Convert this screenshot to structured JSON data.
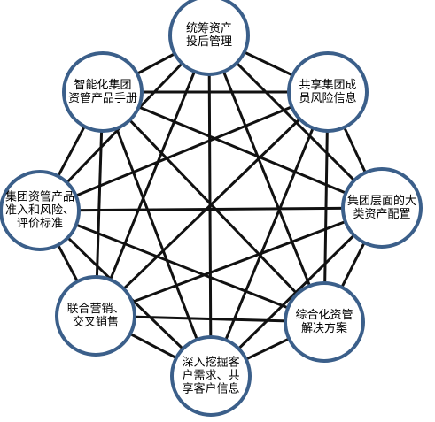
{
  "diagram": {
    "type": "complete-graph",
    "node_border_color": "#3b5f8a",
    "edge_color": "#111111",
    "nodes": [
      {
        "id": "n1",
        "lines": [
          "统筹资产",
          "投后管理"
        ]
      },
      {
        "id": "n2",
        "lines": [
          "共享集团成",
          "员风险信息"
        ]
      },
      {
        "id": "n3",
        "lines": [
          "集团层面的大",
          "类资产配置"
        ]
      },
      {
        "id": "n4",
        "lines": [
          "综合化资管",
          "解决方案"
        ]
      },
      {
        "id": "n5",
        "lines": [
          "深入挖掘客",
          "户需求、共",
          "享客户信息"
        ]
      },
      {
        "id": "n6",
        "lines": [
          "联合营销、",
          "交叉销售"
        ]
      },
      {
        "id": "n7",
        "lines": [
          "集团资管产品",
          "准入和风险、",
          "评价标准"
        ]
      },
      {
        "id": "n8",
        "lines": [
          "智能化集团",
          "资管产品手册"
        ]
      }
    ]
  }
}
